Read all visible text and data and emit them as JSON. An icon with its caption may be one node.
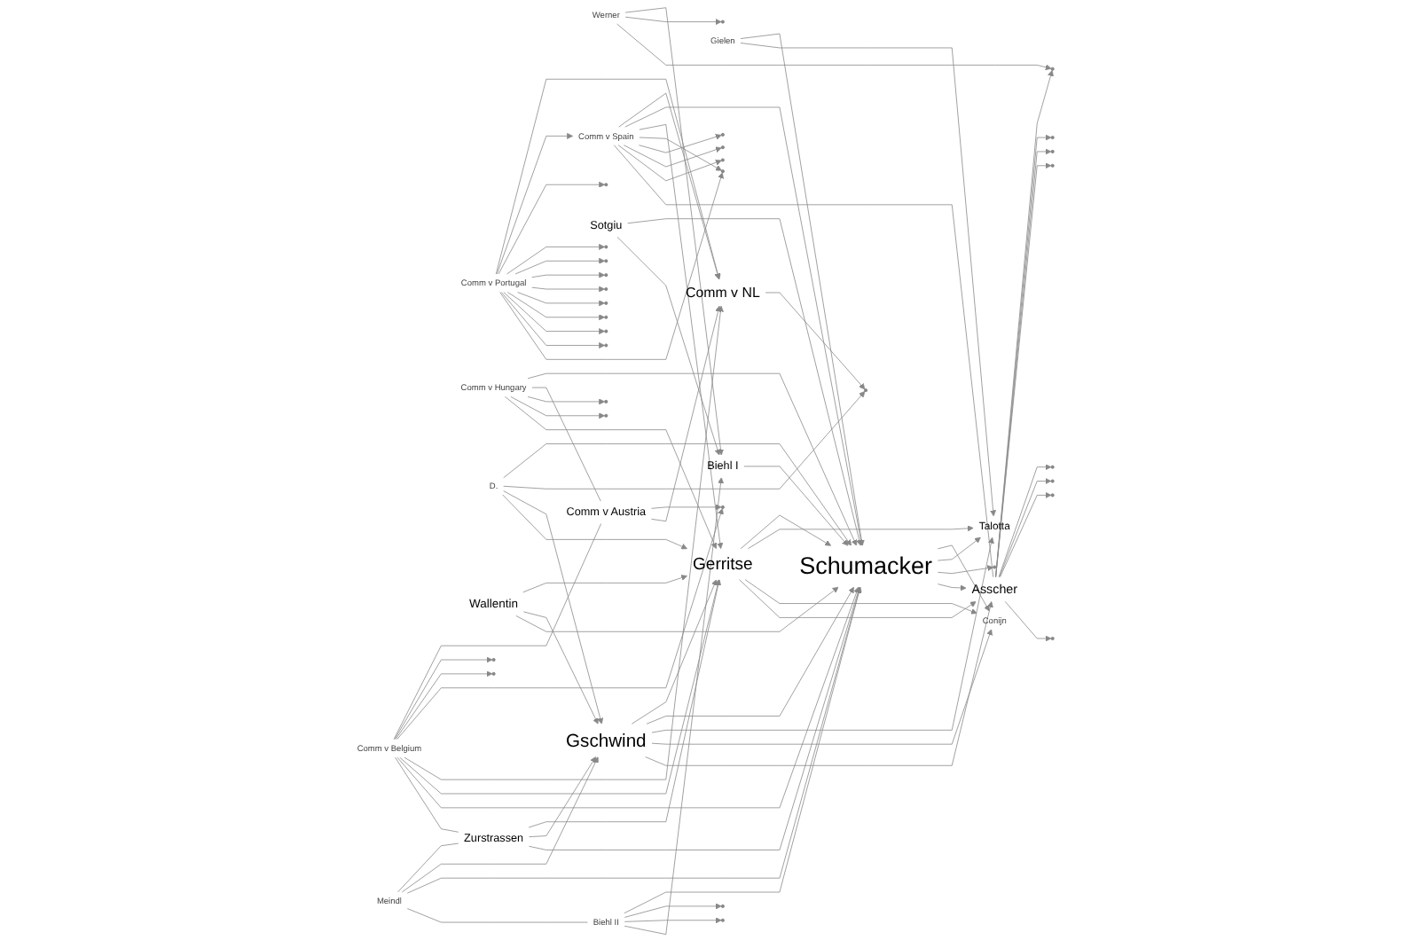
{
  "diagram": {
    "nodes": [
      {
        "text": [
          "Asscher"
        ]
      },
      {
        "text": [
          "Werner"
        ]
      },
      {
        "text": [
          "Talotta"
        ]
      },
      {
        "text": [
          "Conijn"
        ]
      },
      {
        "text": [
          "Comm v Spain"
        ]
      },
      {
        "text": [
          "Comm v Portugal"
        ]
      },
      {
        "text": [],
        "shape": "circle"
      },
      {
        "text": [
          "Biehl I"
        ]
      },
      {
        "text": [
          "Gielen"
        ]
      },
      {
        "text": [
          "Gerritse"
        ]
      },
      {
        "text": [
          "Schumacker"
        ]
      },
      {
        "text": [
          "Biehl II"
        ]
      },
      {
        "text": [
          "Comm v Hungary"
        ]
      },
      {
        "text": [
          "Comm v NL"
        ]
      },
      {
        "text": [
          "Sotgiu"
        ]
      },
      {
        "text": [
          "Gschwind"
        ]
      },
      {
        "text": [
          "D."
        ]
      },
      {
        "text": [
          "Meindl"
        ]
      },
      {
        "text": [
          "Comm v Austria"
        ]
      },
      {
        "text": [
          "Wallentin"
        ]
      },
      {
        "text": [
          "Zurstrassen"
        ]
      },
      {
        "text": [
          "Comm v Belgium"
        ]
      },
      {
        "text": [],
        "shape": "circle"
      },
      {
        "text": [],
        "shape": "circle"
      },
      {
        "text": [],
        "shape": "circle"
      },
      {
        "text": [],
        "shape": "circle"
      },
      {
        "text": [],
        "shape": "circle"
      },
      {
        "text": [],
        "shape": "circle"
      },
      {
        "text": [],
        "shape": "circle"
      },
      {
        "text": [],
        "shape": "circle"
      },
      {
        "text": [],
        "shape": "circle"
      },
      {
        "text": [],
        "shape": "circle"
      },
      {
        "text": [],
        "shape": "circle"
      },
      {
        "text": [],
        "shape": "circle"
      },
      {
        "text": [],
        "shape": "circle"
      },
      {
        "text": [],
        "shape": "circle"
      },
      {
        "text": [],
        "shape": "circle"
      },
      {
        "text": [],
        "shape": "circle"
      },
      {
        "text": [],
        "shape": "circle"
      },
      {
        "text": [],
        "shape": "circle"
      },
      {
        "text": [],
        "shape": "circle"
      },
      {
        "text": [],
        "shape": "circle"
      },
      {
        "text": [],
        "shape": "circle"
      },
      {
        "text": [],
        "shape": "circle"
      },
      {
        "text": [],
        "shape": "circle"
      },
      {
        "text": [],
        "shape": "circle"
      },
      {
        "text": [],
        "shape": "circle"
      },
      {
        "text": [],
        "shape": "circle"
      },
      {
        "text": [],
        "shape": "circle"
      },
      {
        "text": [],
        "shape": "circle"
      },
      {
        "text": [],
        "shape": "circle"
      },
      {
        "text": [],
        "shape": "circle"
      }
    ],
    "edges": [
      {
        "from": 0,
        "to": 22,
        "arrow": "to"
      },
      {
        "from": 0,
        "to": 23,
        "arrow": "to"
      },
      {
        "from": 0,
        "to": 24,
        "arrow": "to"
      },
      {
        "from": 0,
        "to": 25,
        "arrow": "to"
      },
      {
        "from": 0,
        "to": 26,
        "arrow": "to"
      },
      {
        "from": 0,
        "to": 27,
        "arrow": "to"
      },
      {
        "from": 0,
        "to": 28,
        "arrow": "to"
      },
      {
        "from": 0,
        "to": 29,
        "arrow": "to"
      },
      {
        "from": 1,
        "to": 29,
        "arrow": "to"
      },
      {
        "from": 1,
        "to": 33,
        "arrow": "to"
      },
      {
        "from": 1,
        "to": 7,
        "arrow": "to"
      },
      {
        "from": 10,
        "to": 0,
        "arrow": "to"
      },
      {
        "from": 9,
        "to": 0,
        "arrow": "to"
      },
      {
        "from": 15,
        "to": 0,
        "arrow": "to"
      },
      {
        "from": 4,
        "to": 0,
        "arrow": "none"
      },
      {
        "from": 4,
        "to": 31,
        "arrow": "to"
      },
      {
        "from": 4,
        "to": 34,
        "arrow": "to"
      },
      {
        "from": 4,
        "to": 37,
        "arrow": "to"
      },
      {
        "from": 4,
        "to": 39,
        "arrow": "to"
      },
      {
        "from": 5,
        "to": 39,
        "arrow": "to"
      },
      {
        "from": 5,
        "to": 30,
        "arrow": "to"
      },
      {
        "from": 5,
        "to": 32,
        "arrow": "to"
      },
      {
        "from": 5,
        "to": 35,
        "arrow": "to"
      },
      {
        "from": 5,
        "to": 36,
        "arrow": "to"
      },
      {
        "from": 5,
        "to": 38,
        "arrow": "to"
      },
      {
        "from": 5,
        "to": 40,
        "arrow": "to"
      },
      {
        "from": 5,
        "to": 41,
        "arrow": "to"
      },
      {
        "from": 5,
        "to": 42,
        "arrow": "to"
      },
      {
        "from": 5,
        "to": 6,
        "arrow": "to"
      },
      {
        "from": 5,
        "to": 4,
        "arrow": "to"
      },
      {
        "from": 5,
        "to": 13,
        "arrow": "to"
      },
      {
        "from": 4,
        "to": 9,
        "arrow": "to"
      },
      {
        "from": 4,
        "to": 10,
        "arrow": "to"
      },
      {
        "from": 4,
        "to": 13,
        "arrow": "to"
      },
      {
        "from": 7,
        "to": 10,
        "arrow": "to"
      },
      {
        "from": 11,
        "to": 7,
        "arrow": "to"
      },
      {
        "from": 11,
        "to": 44,
        "arrow": "to"
      },
      {
        "from": 11,
        "to": 46,
        "arrow": "to"
      },
      {
        "from": 11,
        "to": 10,
        "arrow": "to"
      },
      {
        "from": 14,
        "to": 7,
        "arrow": "to"
      },
      {
        "from": 14,
        "to": 10,
        "arrow": "to"
      },
      {
        "from": 17,
        "to": 11,
        "arrow": "none"
      },
      {
        "from": 10,
        "to": 48,
        "arrow": "to"
      },
      {
        "from": 10,
        "to": 2,
        "arrow": "to"
      },
      {
        "from": 10,
        "to": 3,
        "arrow": "to"
      },
      {
        "from": 8,
        "to": 2,
        "arrow": "to"
      },
      {
        "from": 8,
        "to": 10,
        "arrow": "to"
      },
      {
        "from": 9,
        "to": 3,
        "arrow": "to"
      },
      {
        "from": 9,
        "to": 2,
        "arrow": "to"
      },
      {
        "from": 15,
        "to": 3,
        "arrow": "to"
      },
      {
        "from": 15,
        "to": 2,
        "arrow": "to"
      },
      {
        "from": 9,
        "to": 10,
        "arrow": "to"
      },
      {
        "from": 15,
        "to": 10,
        "arrow": "to"
      },
      {
        "from": 15,
        "to": 9,
        "arrow": "to"
      },
      {
        "from": 19,
        "to": 10,
        "arrow": "to"
      },
      {
        "from": 19,
        "to": 15,
        "arrow": "to"
      },
      {
        "from": 19,
        "to": 9,
        "arrow": "to"
      },
      {
        "from": 20,
        "to": 10,
        "arrow": "to"
      },
      {
        "from": 20,
        "to": 15,
        "arrow": "to"
      },
      {
        "from": 20,
        "to": 9,
        "arrow": "to"
      },
      {
        "from": 17,
        "to": 10,
        "arrow": "to"
      },
      {
        "from": 17,
        "to": 15,
        "arrow": "to"
      },
      {
        "from": 17,
        "to": 20,
        "arrow": "none"
      },
      {
        "from": 21,
        "to": 20,
        "arrow": "none"
      },
      {
        "from": 21,
        "to": 10,
        "arrow": "to"
      },
      {
        "from": 21,
        "to": 9,
        "arrow": "to"
      },
      {
        "from": 21,
        "to": 13,
        "arrow": "to"
      },
      {
        "from": 21,
        "to": 49,
        "arrow": "to"
      },
      {
        "from": 21,
        "to": 50,
        "arrow": "to"
      },
      {
        "from": 21,
        "to": 51,
        "arrow": "to"
      },
      {
        "from": 21,
        "to": 18,
        "arrow": "none"
      },
      {
        "from": 18,
        "to": 13,
        "arrow": "to"
      },
      {
        "from": 18,
        "to": 49,
        "arrow": "to"
      },
      {
        "from": 12,
        "to": 9,
        "arrow": "to"
      },
      {
        "from": 12,
        "to": 43,
        "arrow": "to"
      },
      {
        "from": 12,
        "to": 45,
        "arrow": "to"
      },
      {
        "from": 12,
        "to": 18,
        "arrow": "none"
      },
      {
        "from": 12,
        "to": 10,
        "arrow": "to"
      },
      {
        "from": 16,
        "to": 9,
        "arrow": "to"
      },
      {
        "from": 16,
        "to": 15,
        "arrow": "to"
      },
      {
        "from": 16,
        "to": 47,
        "arrow": "to"
      },
      {
        "from": 16,
        "to": 10,
        "arrow": "to"
      },
      {
        "from": 13,
        "to": 47,
        "arrow": "to"
      }
    ]
  }
}
